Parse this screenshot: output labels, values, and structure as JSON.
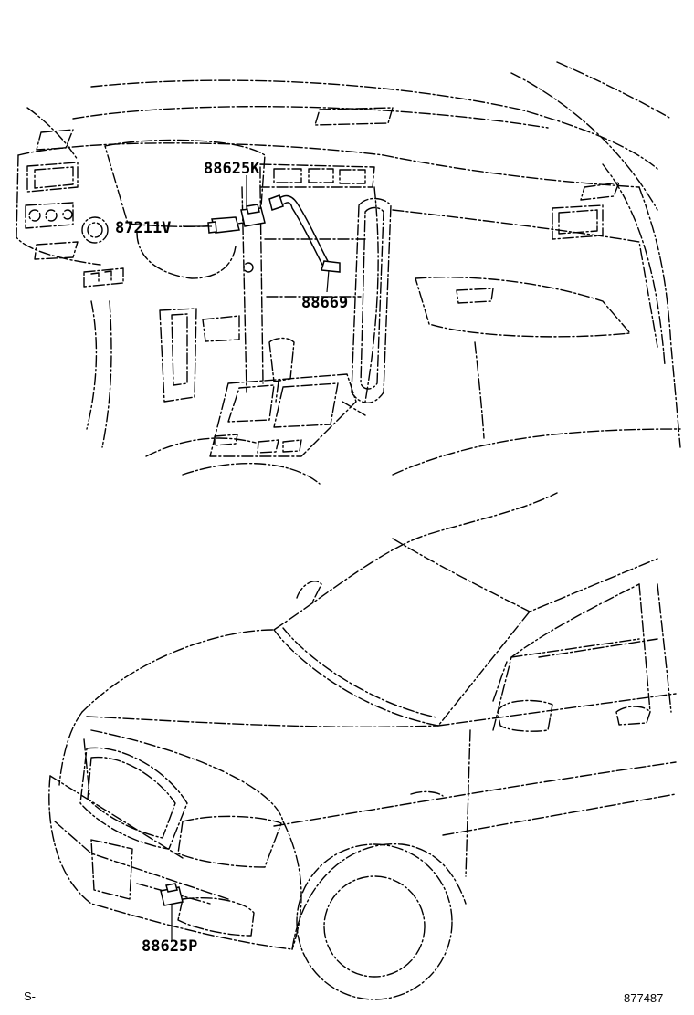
{
  "callouts": {
    "p_88625K": "88625K",
    "p_87211V": "87211V",
    "p_88669": "88669",
    "p_88625P": "88625P"
  },
  "footer": {
    "left_mark": "S-",
    "figure_id": "877487"
  }
}
